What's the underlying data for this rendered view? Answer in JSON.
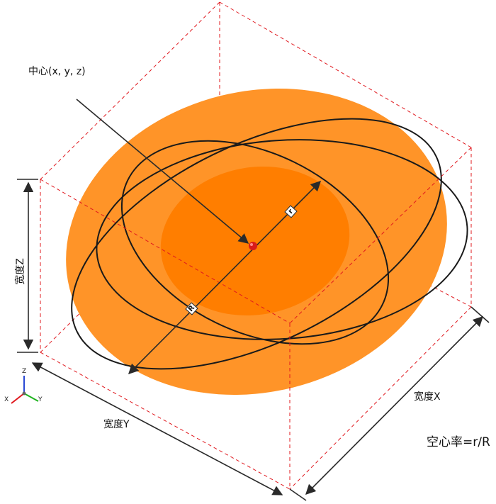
{
  "labels": {
    "center": "中心(x, y, z)",
    "width_x": "宽度X",
    "width_y": "宽度Y",
    "width_z": "宽度Z",
    "void_ratio": "空心率=r/R",
    "small_radius": "r",
    "large_radius": "R"
  },
  "axes": {
    "x": "X",
    "y": "Y",
    "z": "Z"
  },
  "colors": {
    "outer_ellipsoid": "#FF9428",
    "inner_core": "#FF7E00",
    "ring": "#1a1a1a",
    "box_edge": "#E0181E",
    "center_point": "#D81B1B",
    "dimension_line": "#2a2a2a",
    "axis_x": "#E0181E",
    "axis_y": "#1EB31E",
    "axis_z": "#2A49D4"
  }
}
